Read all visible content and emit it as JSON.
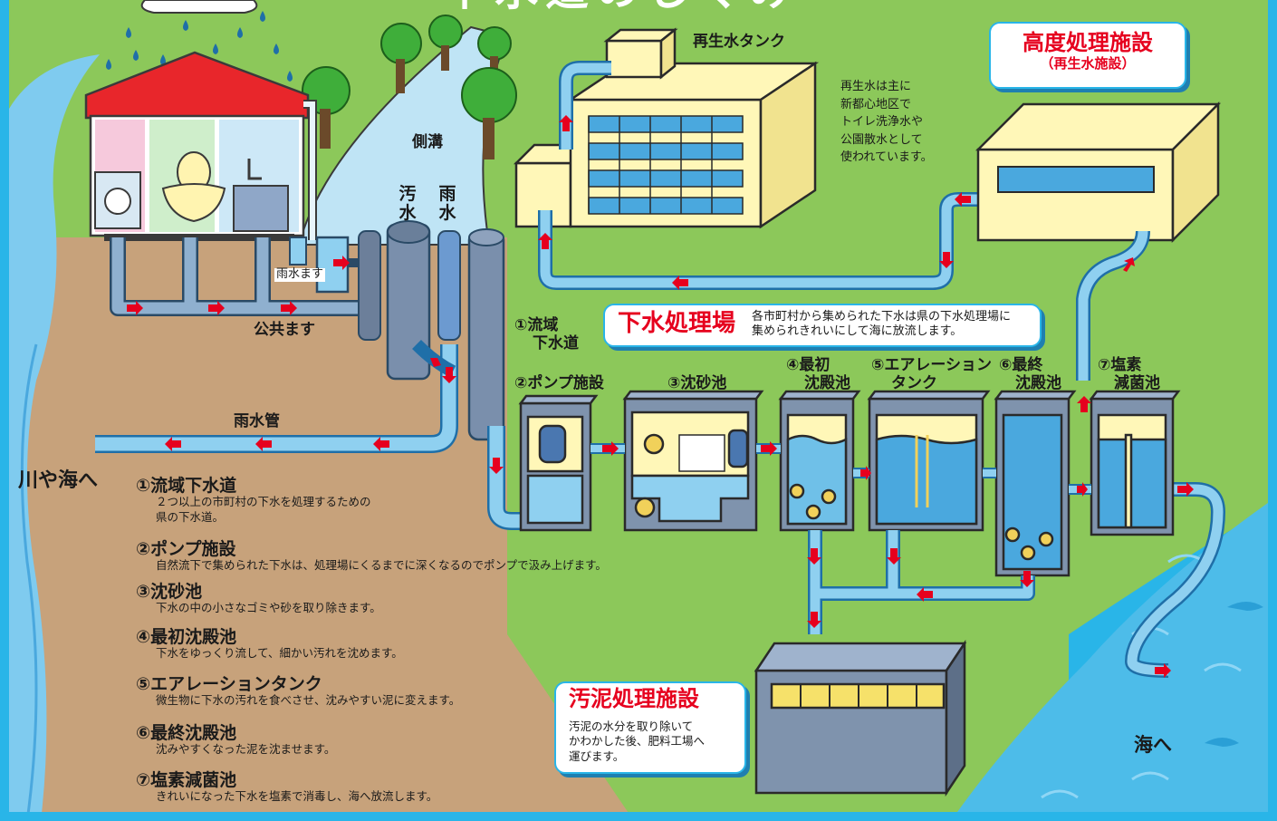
{
  "title_partial": "下水道のしくみ",
  "house": {
    "rain_inlet": "雨水ます",
    "public_inlet": "公共ます"
  },
  "side_ditch": "側溝",
  "pipe_labels": {
    "sewage": "汚水",
    "rain": "雨水"
  },
  "rain_pipe": "雨水管",
  "to_river": "川や海へ",
  "to_sea": "海へ",
  "reclaimed_tank": "再生水タンク",
  "reclaimed_note": [
    "再生水は主に",
    "新都心地区で",
    "トイレ洗浄水や",
    "公園散水として",
    "使われています。"
  ],
  "advanced": {
    "title": "高度処理施設",
    "sub": "（再生水施設）"
  },
  "plant": {
    "title": "下水処理場",
    "desc": [
      "各市町村から集められた下水は県の下水処理場に",
      "集められきれいにして海に放流します。"
    ]
  },
  "sludge": {
    "title": "汚泥処理施設",
    "desc": [
      "汚泥の水分を取り除いて",
      "かわかした後、肥料工場へ",
      "運びます。"
    ]
  },
  "stage_labels": {
    "s1": [
      "①流域",
      "下水道"
    ],
    "s2": "②ポンプ施設",
    "s3": "③沈砂池",
    "s4": [
      "④最初",
      "沈殿池"
    ],
    "s5": [
      "⑤エアレーション",
      "タンク"
    ],
    "s6": [
      "⑥最終",
      "沈殿池"
    ],
    "s7": [
      "⑦塩素",
      "減菌池"
    ]
  },
  "legend": [
    {
      "title": "①流域下水道",
      "desc": [
        "２つ以上の市町村の下水を処理するための",
        "県の下水道。"
      ]
    },
    {
      "title": "②ポンプ施設",
      "desc": [
        "自然流下で集められた下水は、処理場にくるまでに深くなるのでポンプで汲み上げます。"
      ]
    },
    {
      "title": "③沈砂池",
      "desc": [
        "下水の中の小さなゴミや砂を取り除きます。"
      ]
    },
    {
      "title": "④最初沈殿池",
      "desc": [
        "下水をゆっくり流して、細かい汚れを沈めます。"
      ]
    },
    {
      "title": "⑤エアレーションタンク",
      "desc": [
        "微生物に下水の汚れを食べさせ、沈みやすい泥に変えます。"
      ]
    },
    {
      "title": "⑥最終沈殿池",
      "desc": [
        "沈みやすくなった泥を沈ませます。"
      ]
    },
    {
      "title": "⑦塩素減菌池",
      "desc": [
        "きれいになった下水を塩素で消毒し、海へ放流します。"
      ]
    }
  ],
  "colors": {
    "frame": "#29b5e8",
    "grass": "#8cc85a",
    "soil": "#c7a27b",
    "pipe": "#6fc0e8",
    "pipe_dark": "#1f6fa8",
    "arrow": "#e6001e",
    "building": "#fff7b8"
  }
}
